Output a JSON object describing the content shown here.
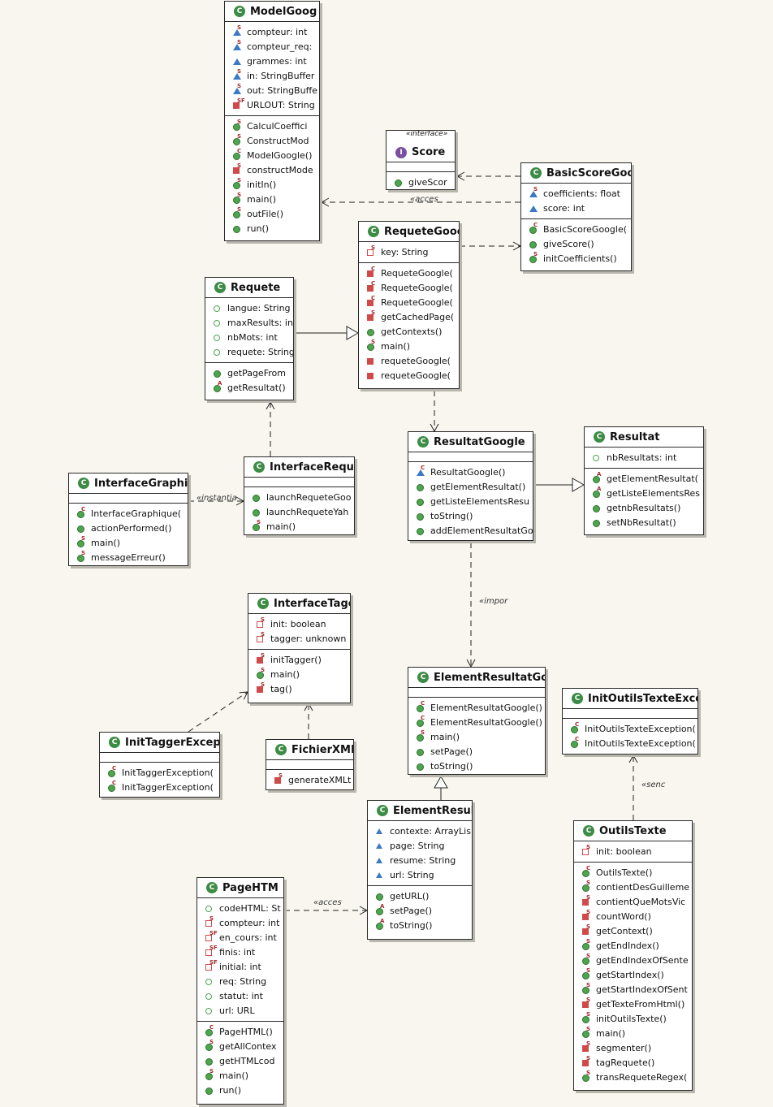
{
  "classes": [
    {
      "id": "modelgoogle",
      "kind": "class",
      "name": "ModelGoog",
      "fields": [
        {
          "vis": "pkg",
          "mod": "S",
          "text": "compteur: int"
        },
        {
          "vis": "pkg",
          "mod": "S",
          "text": "compteur_req:"
        },
        {
          "vis": "pkg",
          "mod": "",
          "text": "grammes: int"
        },
        {
          "vis": "pkg",
          "mod": "S",
          "text": "in: StringBuffer"
        },
        {
          "vis": "pkg",
          "mod": "S",
          "text": "out: StringBuffe"
        },
        {
          "vis": "priv",
          "mod": "SF",
          "text": "URLOUT: String"
        }
      ],
      "methods": [
        {
          "vis": "pub",
          "mod": "S",
          "text": "CalculCoeffici"
        },
        {
          "vis": "pub",
          "mod": "S",
          "text": "ConstructMod"
        },
        {
          "vis": "pub",
          "mod": "C",
          "text": "ModelGoogle()"
        },
        {
          "vis": "priv",
          "mod": "S",
          "text": "constructMode"
        },
        {
          "vis": "pub",
          "mod": "S",
          "text": "initIn()"
        },
        {
          "vis": "pub",
          "mod": "S",
          "text": "main()"
        },
        {
          "vis": "pub",
          "mod": "S",
          "text": "outFile()"
        },
        {
          "vis": "pub",
          "mod": "",
          "text": "run()"
        }
      ]
    },
    {
      "id": "score",
      "kind": "interface",
      "stereo": "«interface»",
      "name": "Score",
      "fields": [],
      "methods": [
        {
          "vis": "pub",
          "mod": "",
          "text": "giveScor"
        }
      ]
    },
    {
      "id": "basicscore",
      "kind": "class",
      "name": "BasicScoreGooc",
      "fields": [
        {
          "vis": "pkg",
          "mod": "S",
          "text": "coefficients: float"
        },
        {
          "vis": "pkg",
          "mod": "",
          "text": "score: int"
        }
      ],
      "methods": [
        {
          "vis": "pub",
          "mod": "C",
          "text": "BasicScoreGoogle("
        },
        {
          "vis": "pub",
          "mod": "",
          "text": "giveScore()"
        },
        {
          "vis": "pub",
          "mod": "S",
          "text": "initCoefficients()"
        }
      ]
    },
    {
      "id": "requetegoogle",
      "kind": "class",
      "name": "RequeteGooc",
      "fields": [
        {
          "vis": "priv-f",
          "mod": "S",
          "text": "key: String"
        }
      ],
      "methods": [
        {
          "vis": "priv",
          "mod": "C",
          "text": "RequeteGoogle("
        },
        {
          "vis": "priv",
          "mod": "C",
          "text": "RequeteGoogle("
        },
        {
          "vis": "priv",
          "mod": "C",
          "text": "RequeteGoogle("
        },
        {
          "vis": "priv",
          "mod": "S",
          "text": "getCachedPage("
        },
        {
          "vis": "pub",
          "mod": "",
          "text": "getContexts()"
        },
        {
          "vis": "pub",
          "mod": "S",
          "text": "main()"
        },
        {
          "vis": "priv",
          "mod": "",
          "text": "requeteGoogle("
        },
        {
          "vis": "priv",
          "mod": "",
          "text": "requeteGoogle("
        }
      ]
    },
    {
      "id": "requete",
      "kind": "abstract",
      "name": "Requete",
      "fields": [
        {
          "vis": "f-pub",
          "mod": "",
          "text": "langue: String"
        },
        {
          "vis": "f-pub",
          "mod": "",
          "text": "maxResults: in"
        },
        {
          "vis": "f-pub",
          "mod": "",
          "text": "nbMots: int"
        },
        {
          "vis": "f-pub",
          "mod": "",
          "text": "requete: String"
        }
      ],
      "methods": [
        {
          "vis": "pub",
          "mod": "",
          "text": "getPageFrom"
        },
        {
          "vis": "pub",
          "mod": "A",
          "text": "getResultat()"
        }
      ]
    },
    {
      "id": "interfacerequete",
      "kind": "class",
      "name": "InterfaceReque",
      "fields": [],
      "methods": [
        {
          "vis": "pub",
          "mod": "",
          "text": "launchRequeteGoo"
        },
        {
          "vis": "pub",
          "mod": "",
          "text": "launchRequeteYah"
        },
        {
          "vis": "pub",
          "mod": "S",
          "text": "main()"
        }
      ]
    },
    {
      "id": "interfacegraphique",
      "kind": "class",
      "name": "InterfaceGraphic",
      "fields": [],
      "methods": [
        {
          "vis": "pub",
          "mod": "C",
          "text": "InterfaceGraphique("
        },
        {
          "vis": "pub",
          "mod": "",
          "text": "actionPerformed()"
        },
        {
          "vis": "pub",
          "mod": "S",
          "text": "main()"
        },
        {
          "vis": "pub",
          "mod": "S",
          "text": "messageErreur()"
        }
      ]
    },
    {
      "id": "resultatgoogle",
      "kind": "class",
      "name": "ResultatGoogle",
      "fields": [],
      "methods": [
        {
          "vis": "pkg",
          "mod": "C",
          "text": "ResultatGoogle()"
        },
        {
          "vis": "pub",
          "mod": "",
          "text": "getElementResultat()"
        },
        {
          "vis": "pub",
          "mod": "",
          "text": "getListeElementsResu"
        },
        {
          "vis": "pub",
          "mod": "",
          "text": "toString()"
        },
        {
          "vis": "pub",
          "mod": "",
          "text": "addElementResultatGo"
        }
      ]
    },
    {
      "id": "resultat",
      "kind": "abstract",
      "name": "Resultat",
      "fields": [
        {
          "vis": "f-pub",
          "mod": "",
          "text": "nbResultats: int"
        }
      ],
      "methods": [
        {
          "vis": "pub",
          "mod": "A",
          "text": "getElementResultat("
        },
        {
          "vis": "pub",
          "mod": "A",
          "text": "getListeElementsRes"
        },
        {
          "vis": "pub",
          "mod": "",
          "text": "getnbResultats()"
        },
        {
          "vis": "pub",
          "mod": "",
          "text": "setNbResultat()"
        }
      ]
    },
    {
      "id": "interfacetagger",
      "kind": "class",
      "name": "InterfaceTagc",
      "fields": [
        {
          "vis": "priv-f",
          "mod": "S",
          "text": "init: boolean"
        },
        {
          "vis": "priv-f",
          "mod": "S",
          "text": "tagger: unknown"
        }
      ],
      "methods": [
        {
          "vis": "priv",
          "mod": "S",
          "text": "initTagger()"
        },
        {
          "vis": "pub",
          "mod": "S",
          "text": "main()"
        },
        {
          "vis": "priv",
          "mod": "S",
          "text": "tag()"
        }
      ]
    },
    {
      "id": "inittaggerexc",
      "kind": "class",
      "name": "InitTaggerExcept",
      "fields": [],
      "methods": [
        {
          "vis": "pub",
          "mod": "C",
          "text": "InitTaggerException("
        },
        {
          "vis": "pub",
          "mod": "C",
          "text": "InitTaggerException("
        }
      ]
    },
    {
      "id": "fichierxml",
      "kind": "class",
      "name": "FichierXML",
      "fields": [],
      "methods": [
        {
          "vis": "priv",
          "mod": "S",
          "text": "generateXMLt"
        }
      ]
    },
    {
      "id": "elementresultatgoogle",
      "kind": "class",
      "name": "ElementResultatGooc",
      "fields": [],
      "methods": [
        {
          "vis": "pub",
          "mod": "C",
          "text": "ElementResultatGoogle()"
        },
        {
          "vis": "pub",
          "mod": "C",
          "text": "ElementResultatGoogle()"
        },
        {
          "vis": "pub",
          "mod": "S",
          "text": "main()"
        },
        {
          "vis": "pub",
          "mod": "",
          "text": "setPage()"
        },
        {
          "vis": "pub",
          "mod": "",
          "text": "toString()"
        }
      ]
    },
    {
      "id": "initoutilsexc",
      "kind": "class",
      "name": "InitOutilsTexteExcep",
      "fields": [],
      "methods": [
        {
          "vis": "pub",
          "mod": "C",
          "text": "InitOutilsTexteException("
        },
        {
          "vis": "pub",
          "mod": "C",
          "text": "InitOutilsTexteException("
        }
      ]
    },
    {
      "id": "elementresultat",
      "kind": "abstract",
      "name": "ElementResult",
      "fields": [
        {
          "vis": "f-pkg",
          "mod": "",
          "text": "contexte: ArrayLis"
        },
        {
          "vis": "f-pkg",
          "mod": "",
          "text": "page: String"
        },
        {
          "vis": "f-pkg",
          "mod": "",
          "text": "resume: String"
        },
        {
          "vis": "f-pkg",
          "mod": "",
          "text": "url: String"
        }
      ],
      "methods": [
        {
          "vis": "pub",
          "mod": "",
          "text": "getURL()"
        },
        {
          "vis": "pub",
          "mod": "A",
          "text": "setPage()"
        },
        {
          "vis": "pub",
          "mod": "A",
          "text": "toString()"
        }
      ]
    },
    {
      "id": "outilstexte",
      "kind": "class",
      "name": "OutilsTexte",
      "fields": [
        {
          "vis": "priv-f",
          "mod": "S",
          "text": "init: boolean"
        }
      ],
      "methods": [
        {
          "vis": "pub",
          "mod": "C",
          "text": "OutilsTexte()"
        },
        {
          "vis": "pub",
          "mod": "S",
          "text": "contientDesGuilleme"
        },
        {
          "vis": "priv",
          "mod": "S",
          "text": "contientQueMotsVic"
        },
        {
          "vis": "priv",
          "mod": "S",
          "text": "countWord()"
        },
        {
          "vis": "priv",
          "mod": "S",
          "text": "getContext()"
        },
        {
          "vis": "pub",
          "mod": "S",
          "text": "getEndIndex()"
        },
        {
          "vis": "pub",
          "mod": "S",
          "text": "getEndIndexOfSente"
        },
        {
          "vis": "pub",
          "mod": "S",
          "text": "getStartIndex()"
        },
        {
          "vis": "pub",
          "mod": "S",
          "text": "getStartIndexOfSent"
        },
        {
          "vis": "priv",
          "mod": "S",
          "text": "getTexteFromHtml()"
        },
        {
          "vis": "pub",
          "mod": "S",
          "text": "initOutilsTexte()"
        },
        {
          "vis": "pub",
          "mod": "S",
          "text": "main()"
        },
        {
          "vis": "priv",
          "mod": "S",
          "text": "segmenter()"
        },
        {
          "vis": "priv",
          "mod": "S",
          "text": "tagRequete()"
        },
        {
          "vis": "pub",
          "mod": "S",
          "text": "transRequeteRegex("
        }
      ]
    },
    {
      "id": "pagehtml",
      "kind": "class",
      "name": "PageHTM",
      "fields": [
        {
          "vis": "f-pub",
          "mod": "",
          "text": "codeHTML: St"
        },
        {
          "vis": "priv-f",
          "mod": "S",
          "text": "compteur: int"
        },
        {
          "vis": "priv-f",
          "mod": "SF",
          "text": "en_cours: int"
        },
        {
          "vis": "priv-f",
          "mod": "SF",
          "text": "finis: int"
        },
        {
          "vis": "priv-f",
          "mod": "SF",
          "text": "initial: int"
        },
        {
          "vis": "f-pub",
          "mod": "",
          "text": "req: String"
        },
        {
          "vis": "f-pub",
          "mod": "",
          "text": "statut: int"
        },
        {
          "vis": "f-pub",
          "mod": "",
          "text": "url: URL"
        }
      ],
      "methods": [
        {
          "vis": "pub",
          "mod": "C",
          "text": "PageHTML()"
        },
        {
          "vis": "pub",
          "mod": "S",
          "text": "getAllContex"
        },
        {
          "vis": "pub",
          "mod": "",
          "text": "getHTMLcod"
        },
        {
          "vis": "pub",
          "mod": "S",
          "text": "main()"
        },
        {
          "vis": "pub",
          "mod": "",
          "text": "run()"
        }
      ]
    }
  ],
  "relations": [
    {
      "from": "basicscore",
      "to": "modelgoogle",
      "kind": "dependency",
      "label": "«acces"
    },
    {
      "from": "basicscore",
      "to": "score",
      "kind": "dependency",
      "label": ""
    },
    {
      "from": "requetegoogle",
      "to": "basicscore",
      "kind": "dependency",
      "label": ""
    },
    {
      "from": "requete",
      "to": "requetegoogle",
      "kind": "generalization",
      "label": ""
    },
    {
      "from": "interfacerequete",
      "to": "requete",
      "kind": "dependency",
      "label": ""
    },
    {
      "from": "interfacegraphique",
      "to": "interfacerequete",
      "kind": "dependency",
      "label": "«instantia"
    },
    {
      "from": "requetegoogle",
      "to": "resultatgoogle",
      "kind": "dependency",
      "label": ""
    },
    {
      "from": "resultatgoogle",
      "to": "resultat",
      "kind": "generalization",
      "label": ""
    },
    {
      "from": "resultatgoogle",
      "to": "elementresultatgoogle",
      "kind": "dependency",
      "label": "«impor"
    },
    {
      "from": "inittaggerexc",
      "to": "interfacetagger",
      "kind": "dependency",
      "label": ""
    },
    {
      "from": "fichierxml",
      "to": "interfacetagger",
      "kind": "dependency",
      "label": ""
    },
    {
      "from": "elementresultat",
      "to": "elementresultatgoogle",
      "kind": "generalization",
      "label": ""
    },
    {
      "from": "outilstexte",
      "to": "initoutilsexc",
      "kind": "dependency",
      "label": "«senc"
    },
    {
      "from": "pagehtml",
      "to": "elementresultat",
      "kind": "dependency",
      "label": "«acces"
    }
  ]
}
